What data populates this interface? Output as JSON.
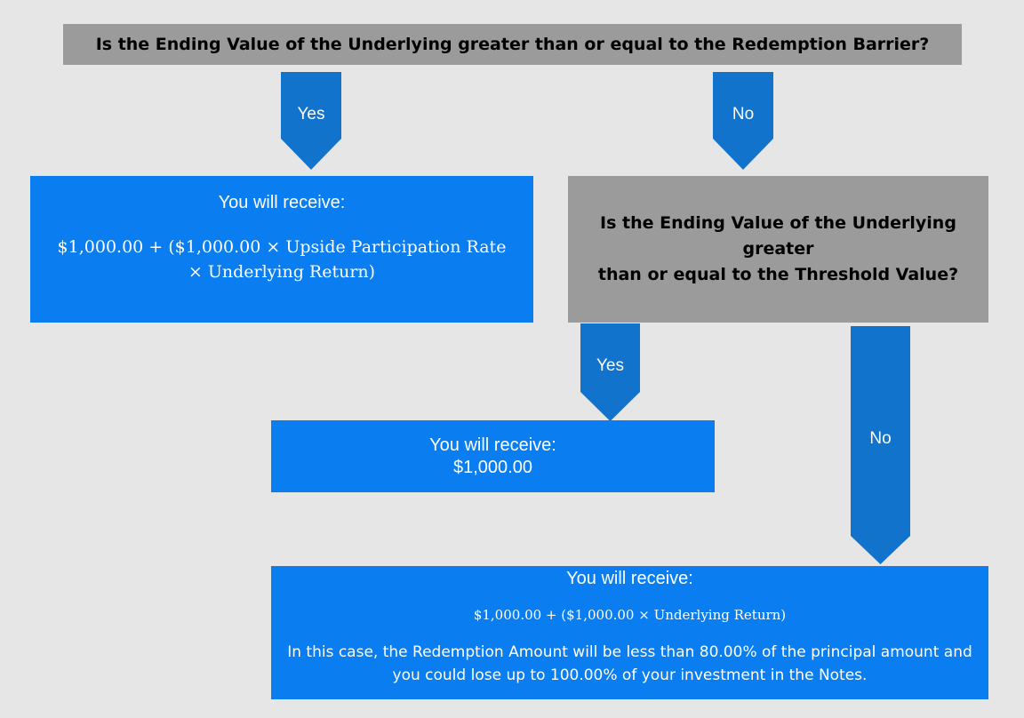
{
  "question_1": "Is the Ending Value of the Underlying greater than or equal to the Redemption Barrier?",
  "branch_1": {
    "yes_label": "Yes",
    "no_label": "No"
  },
  "result_yes_1": {
    "heading": "You will receive:",
    "formula_line_1": "$1,000.00 + ($1,000.00 × Upside Participation Rate",
    "formula_line_2": "× Underlying Return)"
  },
  "question_2": {
    "line_1": "Is the Ending Value of the Underlying greater",
    "line_2": "than or equal to the Threshold Value?"
  },
  "branch_2": {
    "yes_label": "Yes",
    "no_label": "No"
  },
  "result_yes_2": {
    "heading": "You will receive:",
    "amount": "$1,000.00"
  },
  "result_no_2": {
    "heading": "You will receive:",
    "formula": "$1,000.00 + ($1,000.00 × Underlying Return)",
    "note_line_1": "In this case, the Redemption Amount will be less than 80.00% of the principal amount and",
    "note_line_2": "you could lose up to 100.00% of your investment in the Notes."
  },
  "colors": {
    "background": "#e6e6e6",
    "question_box": "#9b9b9b",
    "result_box": "#0a7ef0",
    "arrow": "#1173cc"
  }
}
